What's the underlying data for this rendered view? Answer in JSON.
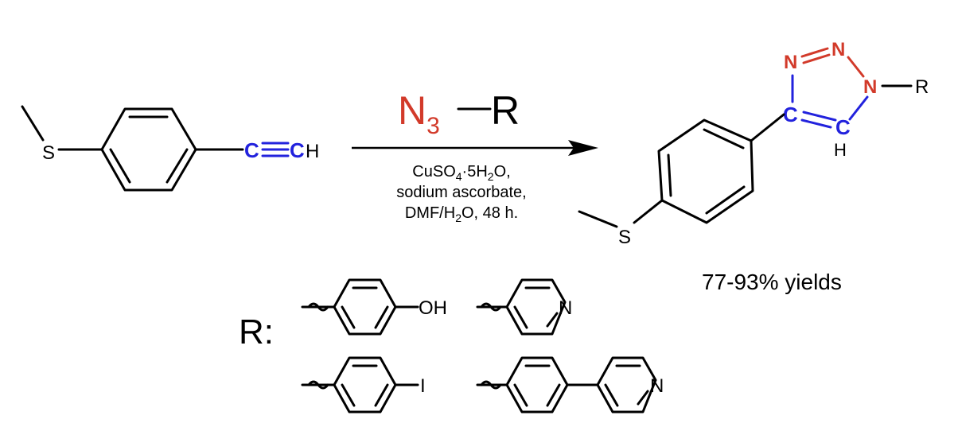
{
  "starting_material": {
    "sulfur": "S",
    "alkyne_c1": "C",
    "alkyne_c2": "C",
    "terminal_h": "H"
  },
  "reagent": {
    "azide_main": "N",
    "azide_sub": "3",
    "r_group": "R"
  },
  "conditions": {
    "line1_main": "CuSO",
    "line1_sub": "4",
    "line1_rest": "·5H",
    "line1_sub2": "2",
    "line1_end": "O,",
    "line2": "sodium ascorbate,",
    "line3_main": "DMF/H",
    "line3_sub": "2",
    "line3_end": "O, 48 h."
  },
  "product": {
    "n1": "N",
    "n2": "N",
    "n3": "N",
    "r_group": "R",
    "c4": "C",
    "c5": "C",
    "h5": "H",
    "sulfur": "S"
  },
  "yield": "77-93% yields",
  "r_groups": {
    "label": "R:",
    "hydroxyphenyl_oh": "OH",
    "pyridyl_n": "N",
    "iodophenyl_i": "I",
    "pyridylphenyl_n": "N"
  },
  "colors": {
    "azide_red": "#d23a2a",
    "carbon_blue": "#2222dd",
    "black": "#000000"
  }
}
